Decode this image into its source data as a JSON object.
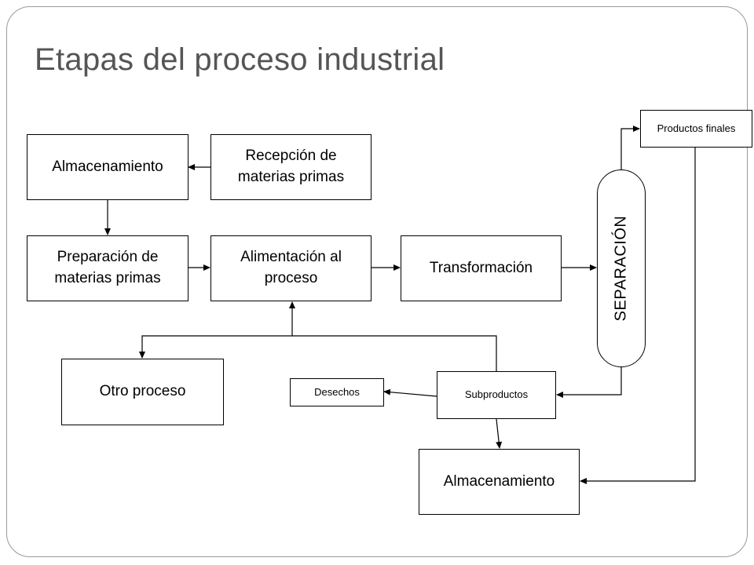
{
  "title": "Etapas del proceso industrial",
  "nodes": {
    "almacenamiento_top": "Almacenamiento",
    "recepcion_line1": "Recepción de",
    "recepcion_line2": "materias primas",
    "preparacion_line1": "Preparación de",
    "preparacion_line2": "materias primas",
    "alimentacion_line1": "Alimentación al",
    "alimentacion_line2": "proceso",
    "transformacion": "Transformación",
    "separacion": "SEPARACIÓN",
    "productos_finales": "Productos finales",
    "otro_proceso": "Otro proceso",
    "desechos": "Desechos",
    "subproductos": "Subproductos",
    "almacenamiento_bottom": "Almacenamiento"
  },
  "colors": {
    "title": "#555555",
    "frame_border": "#9a9a9a",
    "line": "#000000"
  }
}
